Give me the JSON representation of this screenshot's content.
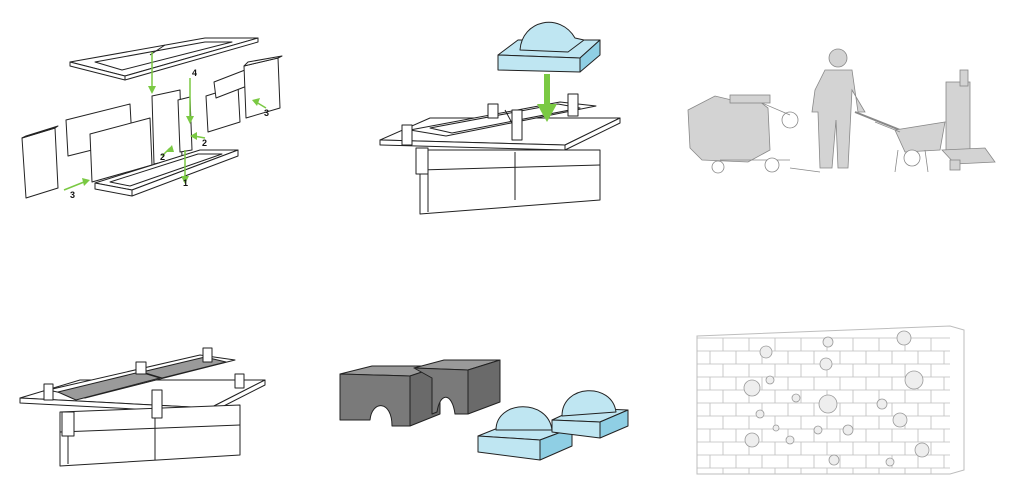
{
  "colors": {
    "line": "#222222",
    "accent_arrow": "#7ac943",
    "foam": "#bfe6f2",
    "foam_side": "#8fcfe4",
    "concrete": "#7a7a7a",
    "concrete_top": "#9a9a9a",
    "silhouette": "#d3d3d3",
    "mesh": "#9a9a9a",
    "brick_line": "#bdbdbd",
    "background": "#ffffff"
  },
  "panels": [
    {
      "name": "panel-exploded-formwork",
      "step_labels": [
        "1",
        "2",
        "2",
        "3",
        "3",
        "4"
      ]
    },
    {
      "name": "panel-foam-insert"
    },
    {
      "name": "panel-workers-mixing"
    },
    {
      "name": "panel-formwork-mesh"
    },
    {
      "name": "panel-cast-blocks"
    },
    {
      "name": "panel-brick-wall"
    }
  ]
}
